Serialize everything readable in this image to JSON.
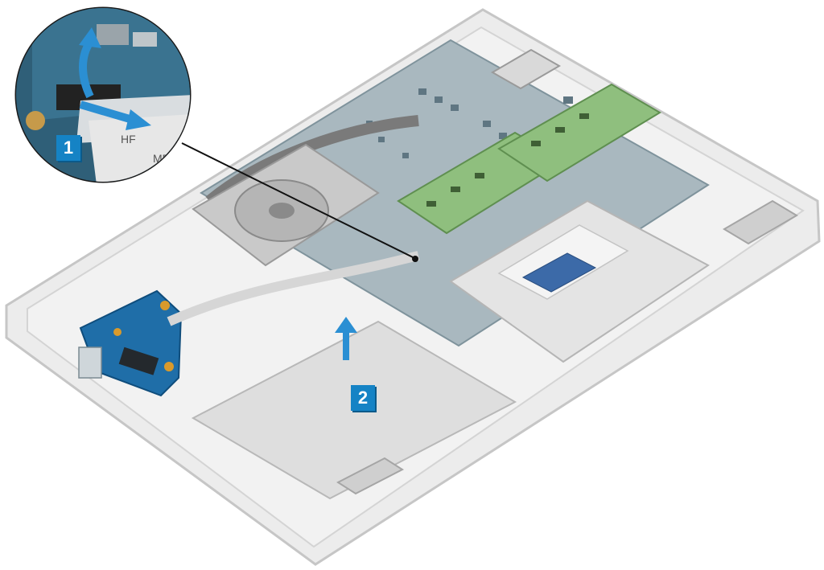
{
  "colors": {
    "chassis": "#e9e9e9",
    "chassis_edge": "#c9c9c9",
    "pcb": "#8fa3ad",
    "board": "#1f6ea8",
    "memory": "#8fbf7e",
    "step_badge": "#1583c5",
    "arrow": "#2b8fd3"
  },
  "steps": [
    {
      "label": "1"
    },
    {
      "label": "2"
    }
  ],
  "callout": {
    "cable_labels": [
      "HF",
      "MB"
    ]
  },
  "icons": [
    "lift-arrow-icon",
    "pull-arrow-icon",
    "up-arrow-icon",
    "leader-line"
  ]
}
